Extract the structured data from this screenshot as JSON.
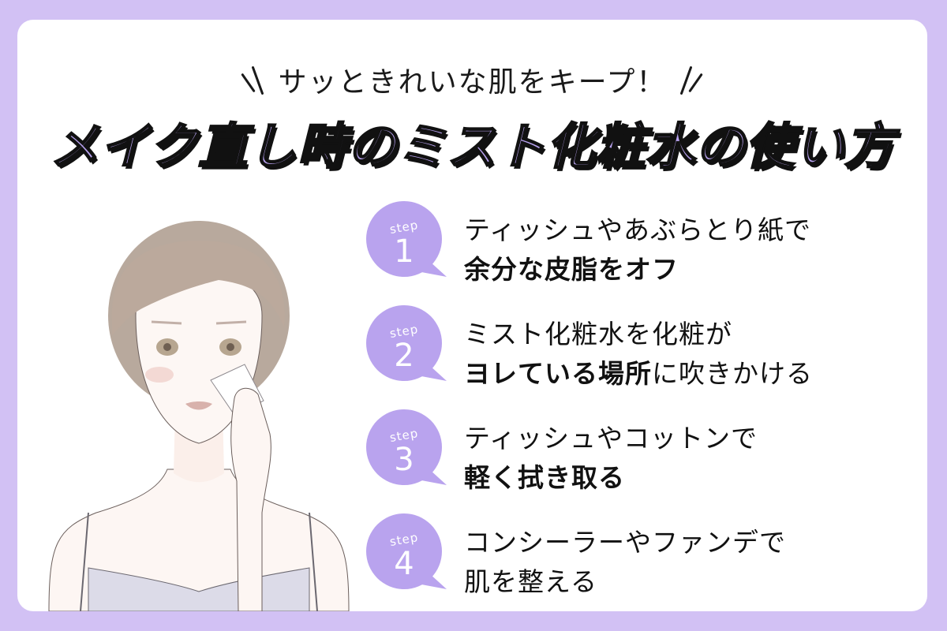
{
  "colors": {
    "background": "#D2C1F4",
    "card": "#FFFFFF",
    "accent": "#B8A2EF",
    "bubble": "#B9A3EE",
    "text": "#111111"
  },
  "header": {
    "subtitle": "サッときれいな肌をキープ！",
    "title": "メイク直し時のミスト化粧水の使い方"
  },
  "illustration": {
    "alt": "woman-dabbing-cheek-with-tissue"
  },
  "steps": [
    {
      "word": "step",
      "number": "1",
      "line1": "ティッシュやあぶらとり紙で",
      "line2_bold": "余分な皮脂をオフ",
      "line2_normal": ""
    },
    {
      "word": "step",
      "number": "2",
      "line1": "ミスト化粧水を化粧が",
      "line2_bold": "ヨレている場所",
      "line2_normal": "に吹きかける"
    },
    {
      "word": "step",
      "number": "3",
      "line1": "ティッシュやコットンで",
      "line2_bold": "軽く拭き取る",
      "line2_normal": ""
    },
    {
      "word": "step",
      "number": "4",
      "line1": "コンシーラーやファンデで",
      "line2_bold": "",
      "line2_normal": "肌を整える"
    }
  ]
}
